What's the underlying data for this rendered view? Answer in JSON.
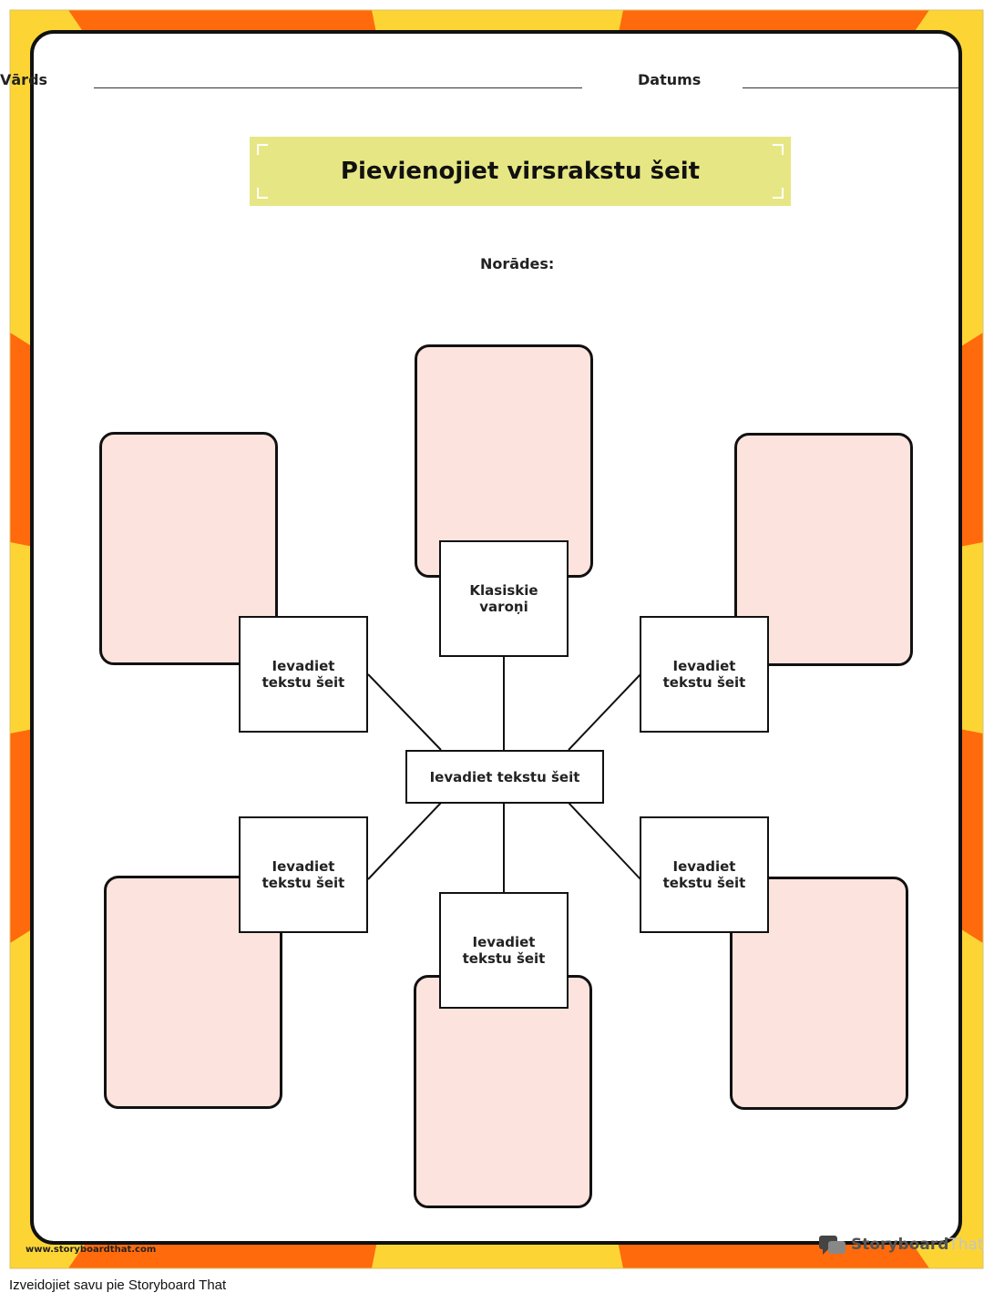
{
  "header": {
    "name_label": "Vārds",
    "date_label": "Datums"
  },
  "title": "Pievienojiet virsrakstu šeit",
  "instructions_label": "Norādes:",
  "diagram": {
    "center": "Ievadiet tekstu šeit",
    "nodes": [
      {
        "label": "Klasiskie varoņi"
      },
      {
        "label": "Ievadiet tekstu šeit"
      },
      {
        "label": "Ievadiet tekstu šeit"
      },
      {
        "label": "Ievadiet tekstu šeit"
      },
      {
        "label": "Ievadiet tekstu šeit"
      },
      {
        "label": "Ievadiet tekstu šeit"
      }
    ]
  },
  "footer": {
    "url": "www.storyboardthat.com",
    "logo_dark": "Storyboard",
    "logo_light": "That"
  },
  "caption": "Izveidojiet savu pie Storyboard That",
  "colors": {
    "frame_yellow": "#fcd535",
    "frame_orange": "#ff6a0d",
    "title_bg": "#e6e784",
    "card_fill": "#fde3dd"
  }
}
